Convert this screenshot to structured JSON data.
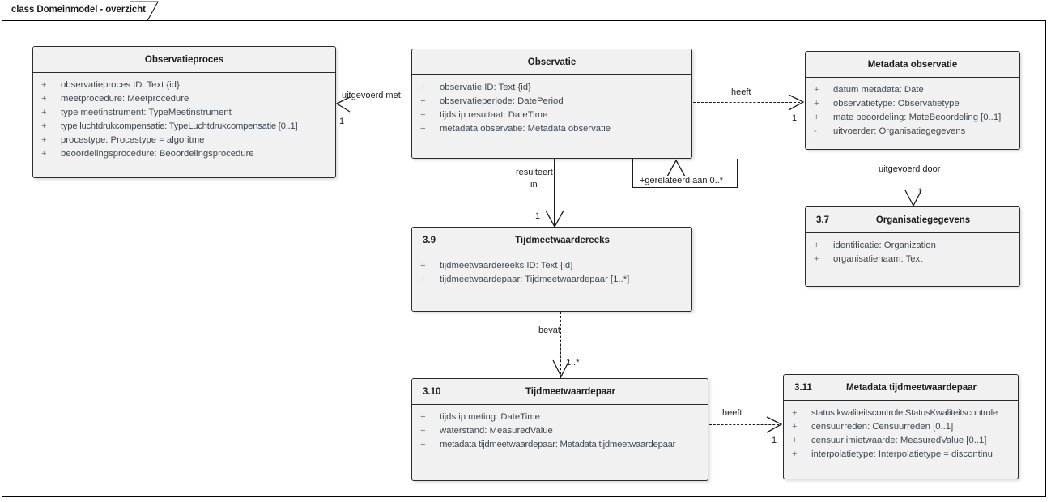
{
  "frame": {
    "label": "class Domeinmodel - overzicht"
  },
  "classes": [
    {
      "id": "observatieproces",
      "number": "",
      "title": "Observatieproces",
      "attributes": [
        {
          "visibility": "+",
          "text": "observatieproces ID: Text {id}"
        },
        {
          "visibility": "+",
          "text": "meetprocedure: Meetprocedure"
        },
        {
          "visibility": "+",
          "text": "type meetinstrument: TypeMeetinstrument"
        },
        {
          "visibility": "+",
          "text": "type luchtdrukcompensatie: TypeLuchtdrukcompensatie [0..1]"
        },
        {
          "visibility": "+",
          "text": "procestype: Procestype = algoritme"
        },
        {
          "visibility": "+",
          "text": "beoordelingsprocedure: Beoordelingsprocedure"
        }
      ]
    },
    {
      "id": "observatie",
      "number": "",
      "title": "Observatie",
      "attributes": [
        {
          "visibility": "+",
          "text": "observatie ID: Text {id}"
        },
        {
          "visibility": "+",
          "text": "observatieperiode: DatePeriod"
        },
        {
          "visibility": "+",
          "text": "tijdstip resultaat: DateTime"
        },
        {
          "visibility": "+",
          "text": "metadata observatie: Metadata observatie"
        }
      ]
    },
    {
      "id": "metadata-observatie",
      "number": "",
      "title": "Metadata observatie",
      "attributes": [
        {
          "visibility": "+",
          "text": "datum metadata: Date"
        },
        {
          "visibility": "+",
          "text": "observatietype: Observatietype"
        },
        {
          "visibility": "+",
          "text": "mate beoordeling: MateBeoordeling [0..1]"
        },
        {
          "visibility": "-",
          "text": "uitvoerder: Organisatiegegevens"
        }
      ]
    },
    {
      "id": "organisatiegegevens",
      "number": "3.7",
      "title": "Organisatiegegevens",
      "attributes": [
        {
          "visibility": "+",
          "text": "identificatie: Organization"
        },
        {
          "visibility": "+",
          "text": "organisatienaam: Text"
        }
      ]
    },
    {
      "id": "tijdmeetwaardereeks",
      "number": "3.9",
      "title": "Tijdmeetwaardereeks",
      "attributes": [
        {
          "visibility": "+",
          "text": "tijdmeetwaardereeks ID: Text {id}"
        },
        {
          "visibility": "+",
          "text": "tijdmeetwaardepaar: Tijdmeetwaardepaar [1..*]"
        }
      ]
    },
    {
      "id": "tijdmeetwaardepaar",
      "number": "3.10",
      "title": "Tijdmeetwaardepaar",
      "attributes": [
        {
          "visibility": "+",
          "text": "tijdstip meting: DateTime"
        },
        {
          "visibility": "+",
          "text": "waterstand: MeasuredValue"
        },
        {
          "visibility": "+",
          "text": "metadata tijdmeetwaardepaar: Metadata tijdmeetwaardepaar"
        }
      ]
    },
    {
      "id": "metadata-tijdmeetwaardepaar",
      "number": "3.11",
      "title": "Metadata tijdmeetwaardepaar",
      "attributes": [
        {
          "visibility": "+",
          "text": "status kwaliteitscontrole:StatusKwaliteitscontrole"
        },
        {
          "visibility": "+",
          "text": "censuurreden: Censuurreden [0..1]"
        },
        {
          "visibility": "+",
          "text": "censuurlimietwaarde: MeasuredValue [0..1]"
        },
        {
          "visibility": "+",
          "text": "interpolatietype: Interpolatietype = discontinu"
        }
      ]
    }
  ],
  "connections": {
    "uitgevoerd_met": {
      "label": "uitgevoerd met",
      "multiplicity": "1"
    },
    "heeft_metadata_observatie": {
      "label": "heeft",
      "multiplicity": "1"
    },
    "gerelateerd_aan": {
      "label": "+gerelateerd aan 0..*"
    },
    "resulteert_in": {
      "label_line1": "resulteert",
      "label_line2": "in",
      "multiplicity": "1"
    },
    "uitgevoerd_door": {
      "label": "uitgevoerd door",
      "multiplicity": "1"
    },
    "bevat": {
      "label": "bevat",
      "multiplicity": "1..*"
    },
    "heeft_metadata_paar": {
      "label": "heeft",
      "multiplicity": "1"
    }
  },
  "colors": {
    "class_fill": "#f1f1f1",
    "class_border": "#2b2b2b",
    "attribute_text": "#3d4752",
    "title_text": "#1c1c1c",
    "line": "#1c1c1c",
    "canvas": "#ffffff"
  }
}
